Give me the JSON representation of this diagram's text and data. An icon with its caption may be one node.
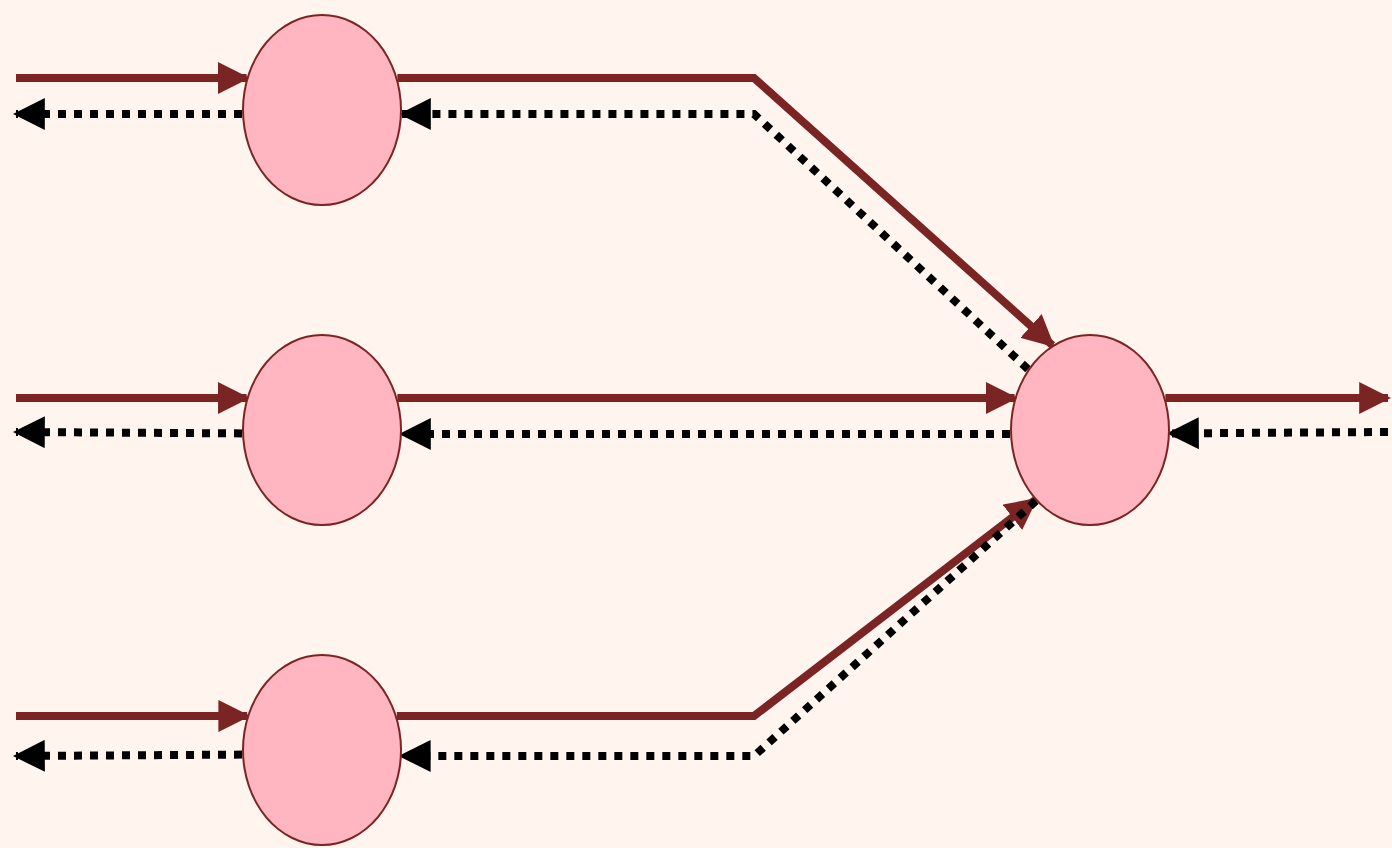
{
  "diagram": {
    "nodes": [
      {
        "text": [],
        "shape": "circle"
      },
      {
        "text": [],
        "shape": "circle"
      },
      {
        "text": [],
        "shape": "circle"
      },
      {
        "text": [],
        "shape": "circle"
      }
    ],
    "edges": [
      {
        "from": null,
        "to": 0,
        "arrow": "to",
        "color": "#7b2424"
      },
      {
        "from": 0,
        "to": null,
        "arrow": "to",
        "style": "dashed",
        "color": "#000000"
      },
      {
        "from": 0,
        "to": 3,
        "arrow": "to",
        "color": "#7b2424"
      },
      {
        "from": 3,
        "to": 0,
        "arrow": "to",
        "style": "dashed",
        "color": "#000000"
      },
      {
        "from": null,
        "to": 1,
        "arrow": "to",
        "color": "#7b2424"
      },
      {
        "from": 1,
        "to": null,
        "arrow": "to",
        "style": "dashed",
        "color": "#000000"
      },
      {
        "from": 1,
        "to": 3,
        "arrow": "to",
        "color": "#7b2424"
      },
      {
        "from": 3,
        "to": 1,
        "arrow": "to",
        "style": "dashed",
        "color": "#000000"
      },
      {
        "from": null,
        "to": 2,
        "arrow": "to",
        "color": "#7b2424"
      },
      {
        "from": 2,
        "to": null,
        "arrow": "to",
        "style": "dashed",
        "color": "#000000"
      },
      {
        "from": 2,
        "to": 3,
        "arrow": "to",
        "color": "#7b2424"
      },
      {
        "from": 3,
        "to": 2,
        "arrow": "to",
        "style": "dashed",
        "color": "#000000"
      },
      {
        "from": 3,
        "to": null,
        "arrow": "to",
        "color": "#7b2424"
      },
      {
        "from": null,
        "to": 3,
        "arrow": "to",
        "style": "dashed",
        "color": "#000000"
      }
    ]
  }
}
